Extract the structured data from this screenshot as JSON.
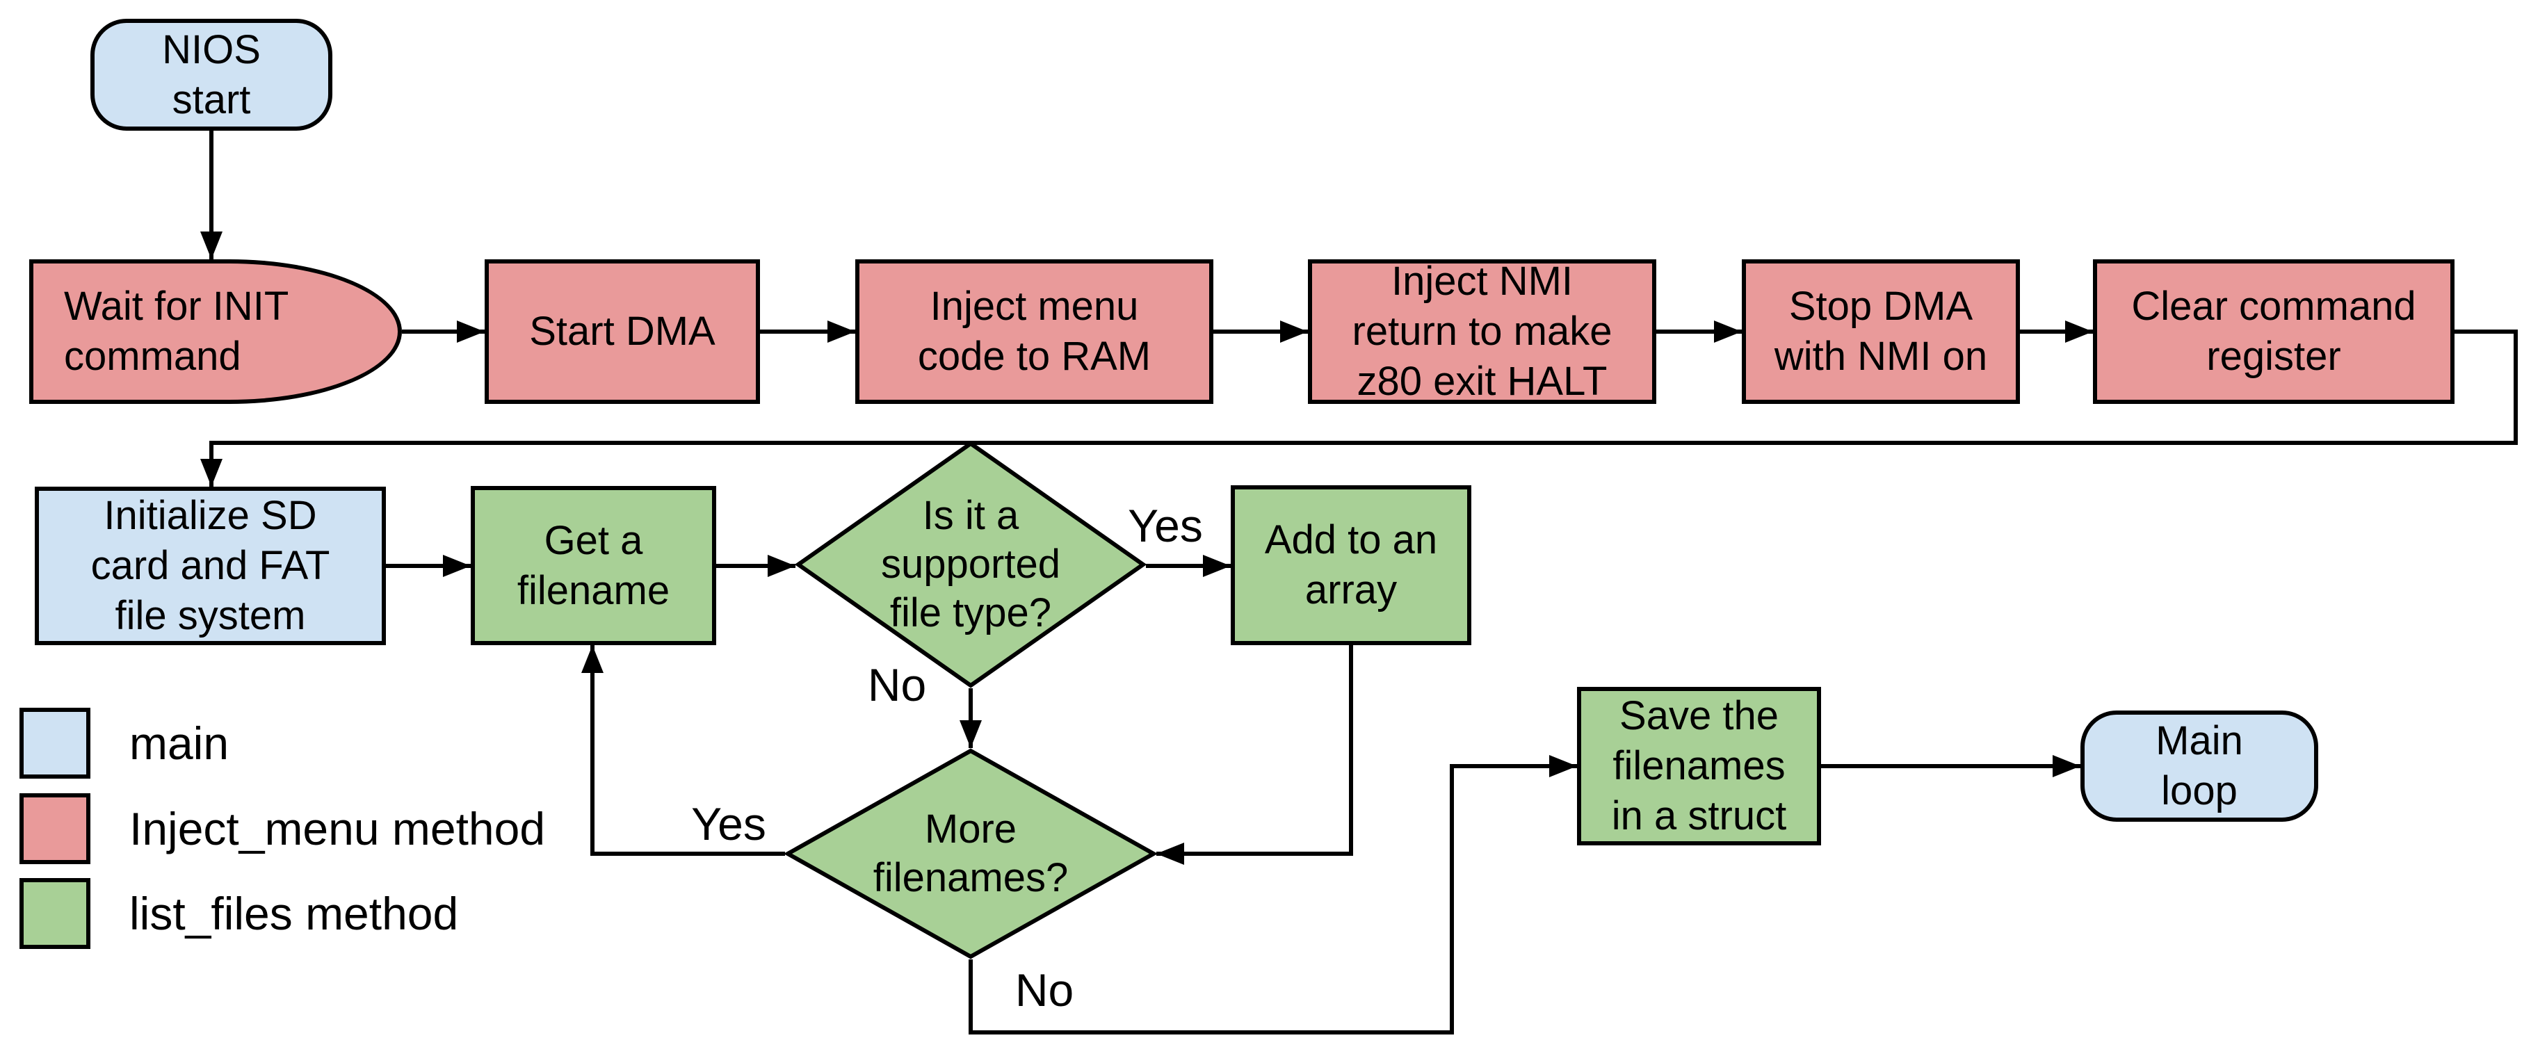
{
  "diagram": {
    "colors": {
      "main": "#cfe2f3",
      "inject_menu": "#e99a9a",
      "list_files": "#a8d096",
      "line": "#000000",
      "background": "#ffffff"
    },
    "nodes": {
      "nios_start": {
        "label": "NIOS\nstart",
        "group": "main",
        "shape": "terminator"
      },
      "wait_init": {
        "label": "Wait for INIT\ncommand",
        "group": "inject_menu",
        "shape": "delay"
      },
      "start_dma": {
        "label": "Start DMA",
        "group": "inject_menu",
        "shape": "process"
      },
      "inject_menu_code": {
        "label": "Inject menu\ncode to RAM",
        "group": "inject_menu",
        "shape": "process"
      },
      "inject_nmi": {
        "label": "Inject NMI\nreturn to make\nz80 exit HALT",
        "group": "inject_menu",
        "shape": "process"
      },
      "stop_dma": {
        "label": "Stop DMA\nwith NMI on",
        "group": "inject_menu",
        "shape": "process"
      },
      "clear_register": {
        "label": "Clear command\nregister",
        "group": "inject_menu",
        "shape": "process"
      },
      "init_sd": {
        "label": "Initialize SD\ncard and FAT\nfile system",
        "group": "main",
        "shape": "process"
      },
      "get_filename": {
        "label": "Get a\nfilename",
        "group": "list_files",
        "shape": "process"
      },
      "supported_type": {
        "label": "Is it a\nsupported\nfile type?",
        "group": "list_files",
        "shape": "decision"
      },
      "add_array": {
        "label": "Add to an\narray",
        "group": "list_files",
        "shape": "process"
      },
      "more_filenames": {
        "label": "More\nfilenames?",
        "group": "list_files",
        "shape": "decision"
      },
      "save_struct": {
        "label": "Save the\nfilenames\nin a struct",
        "group": "list_files",
        "shape": "process"
      },
      "main_loop": {
        "label": "Main\nloop",
        "group": "main",
        "shape": "terminator"
      }
    },
    "edge_labels": {
      "supported_yes": "Yes",
      "supported_no": "No",
      "more_yes": "Yes",
      "more_no": "No"
    },
    "legend": {
      "items": [
        {
          "label": "main",
          "color": "#cfe2f3"
        },
        {
          "label": "Inject_menu method",
          "color": "#e99a9a"
        },
        {
          "label": "list_files method",
          "color": "#a8d096"
        }
      ]
    }
  }
}
